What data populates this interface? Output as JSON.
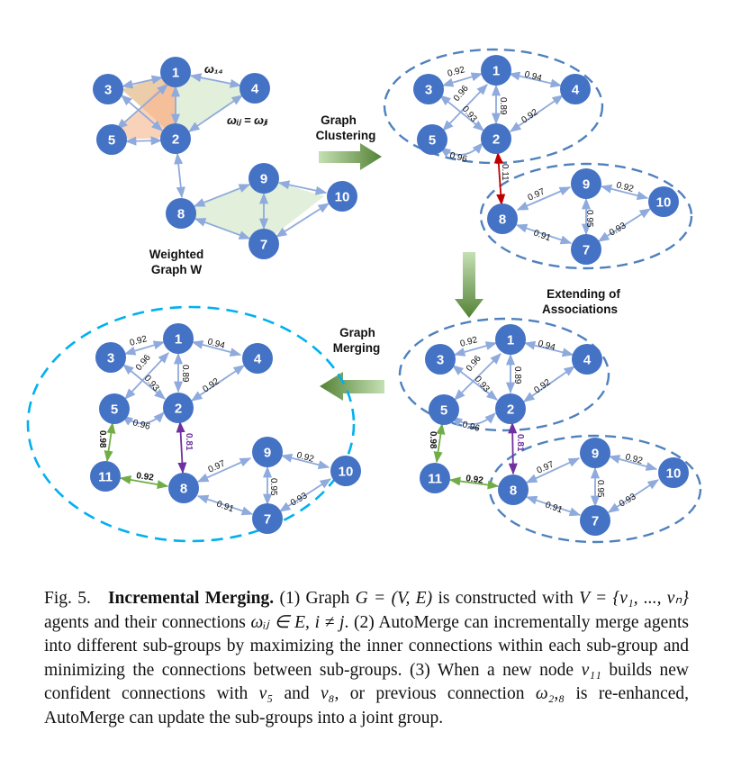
{
  "labels": {
    "graph_clustering": [
      "Graph",
      "Clustering"
    ],
    "extending": [
      "Extending of",
      "Associations"
    ],
    "graph_merging": [
      "Graph",
      "Merging"
    ],
    "weighted_graph": [
      "Weighted",
      "Graph W"
    ],
    "omega14": "ω₁₄",
    "omega_sym": "ωᵢⱼ = ωⱼᵢ"
  },
  "nodes": [
    "1",
    "2",
    "3",
    "4",
    "5",
    "7",
    "8",
    "9",
    "10",
    "11"
  ],
  "weights": {
    "w_1_3": "0.92",
    "w_1_4": "0.94",
    "w_1_2": "0.89",
    "w_3_2": "0.96",
    "w_5_1": "0.93",
    "w_4_2": "0.92",
    "w_5_2": "0.96",
    "w_2_8": "0.11",
    "w_8_9": "0.97",
    "w_9_10": "0.92",
    "w_9_7": "0.95",
    "w_8_7": "0.91",
    "w_7_10": "0.93",
    "w_5_11": "0.98",
    "w_11_8": "0.92",
    "w_2_8_new": "0.81"
  },
  "colors": {
    "node": "#4472C4",
    "edge": "#8FAADC",
    "dashed": "#4F81BD",
    "dashed_merged": "#00B0F0",
    "red_edge": "#C00000",
    "purple_edge": "#7030A0",
    "green_edge": "#70AD47"
  },
  "caption": {
    "fig": "Fig. 5.",
    "title": "Incremental Merging.",
    "part1": " (1) Graph ",
    "math1": "G = (V, E)",
    "part2": " is constructed with ",
    "math2": "V = {v₁, ..., vₙ}",
    "part3": " agents and their connections ",
    "math3": "ωᵢⱼ ∈ E, i ≠ j",
    "part4": ". (2) AutoMerge can incrementally merge agents into different sub-groups by maximizing the inner connections within each sub-group and minimizing the connections between sub-groups. (3) When a new node ",
    "math4": "v₁₁",
    "part5": " builds new confident connections with ",
    "math5": "v₅",
    "part6": " and ",
    "math6": "v₈",
    "part7": ", or previous connection ",
    "math7": "ω₂,₈",
    "part8": " is re-enhanced, AutoMerge can update the sub-groups into a joint group."
  }
}
